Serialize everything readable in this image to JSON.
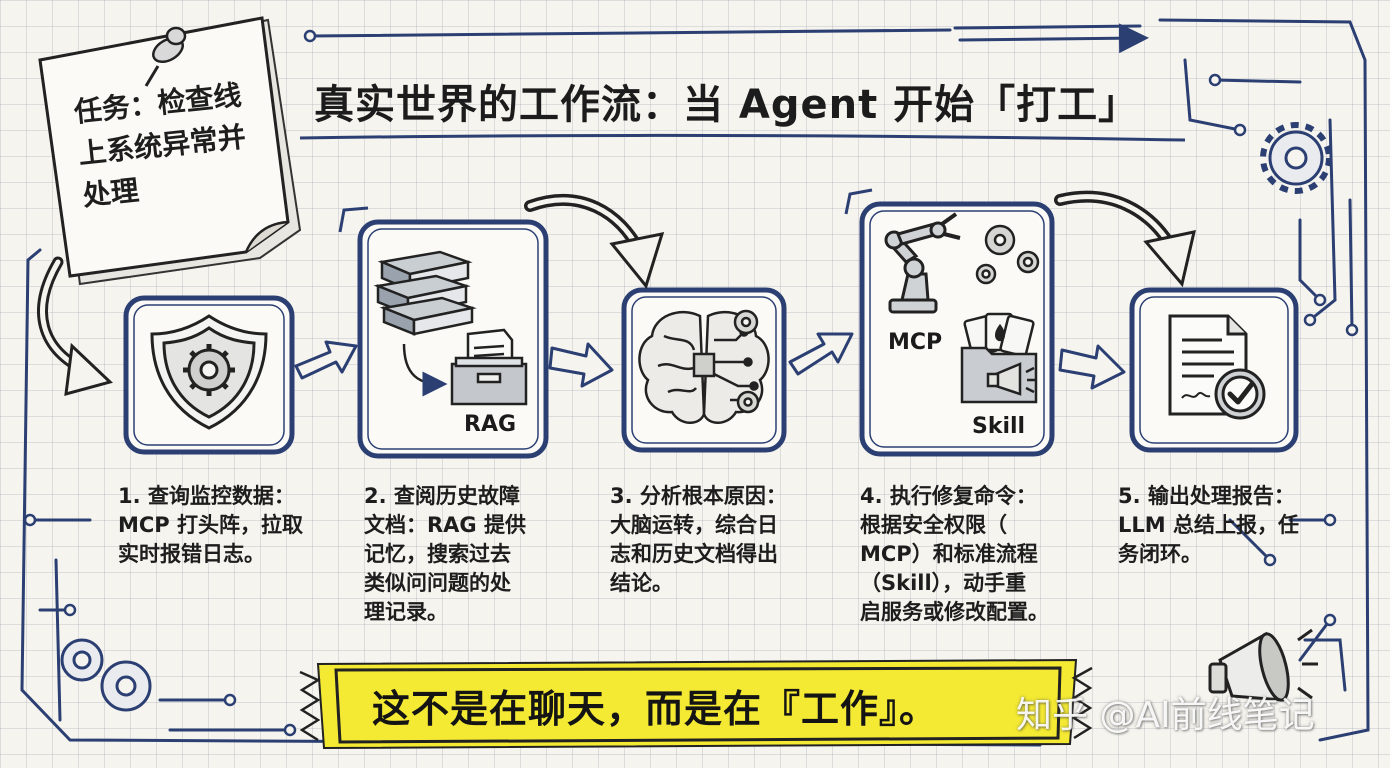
{
  "title": "真实世界的工作流：当 Agent 开始「打工」",
  "task_note": {
    "line1": "任务：检查线",
    "line2": "上系统异常并",
    "line3": "处理"
  },
  "box_labels": {
    "rag": "RAG",
    "mcp": "MCP",
    "skill": "Skill"
  },
  "steps": [
    {
      "lines": [
        "1. 查询监控数据：",
        "MCP 打头阵，拉取",
        "实时报错日志。"
      ]
    },
    {
      "lines": [
        "2. 查阅历史故障",
        "文档：RAG 提供",
        "记忆，搜索过去",
        "类似问问题的处",
        "理记录。"
      ]
    },
    {
      "lines": [
        "3. 分析根本原因：",
        "大脑运转，综合日",
        "志和历史文档得出",
        "结论。"
      ]
    },
    {
      "lines": [
        "4. 执行修复命令：",
        "根据安全权限（",
        "MCP）和标准流程",
        "（Skill），动手重",
        "启服务或修改配置。"
      ]
    },
    {
      "lines": [
        "5. 输出处理报告：",
        "LLM 总结上报，任",
        "务闭环。"
      ]
    }
  ],
  "banner": "这不是在聊天，而是在『工作』。",
  "watermark": "知乎 @AI前线笔记",
  "colors": {
    "ink": "#2b3f73",
    "highlight": "#f6ec3a",
    "paper": "#f6f4ee"
  },
  "icons": [
    "shield-gear-icon",
    "books-icon",
    "file-box-icon",
    "brain-circuit-icon",
    "robot-arm-icon",
    "gears-icon",
    "cards-folder-icon",
    "megaphone-icon",
    "report-check-icon",
    "pushpin-icon"
  ]
}
